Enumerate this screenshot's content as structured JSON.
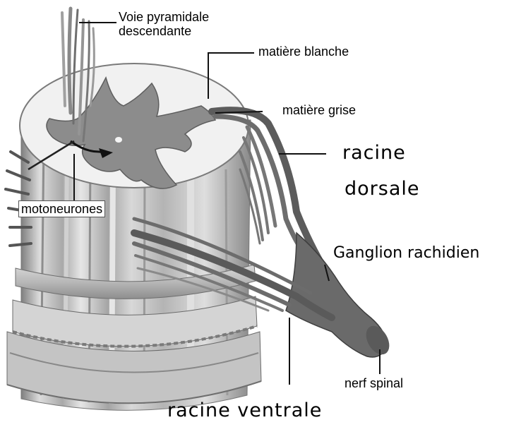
{
  "labels": {
    "voie_line1": "Voie pyramidale",
    "voie_line2": "descendante",
    "matiere_blanche": "matière blanche",
    "matiere_grise": "matière grise",
    "racine_dorsale_line1": "racine",
    "racine_dorsale_line2": "dorsale",
    "motoneurones": "motoneurones",
    "ganglion": "Ganglion rachidien",
    "nerf_spinal": "nerf spinal",
    "racine_ventrale": "racine ventrale"
  },
  "colors": {
    "white_matter": "#f2f2f2",
    "grey_matter": "#8a8a8a",
    "column_light": "#e4e4e4",
    "column_mid": "#bdbdbd",
    "column_dark": "#8c8c8c",
    "nerve": "#6c6c6c",
    "ink": "#111111"
  }
}
